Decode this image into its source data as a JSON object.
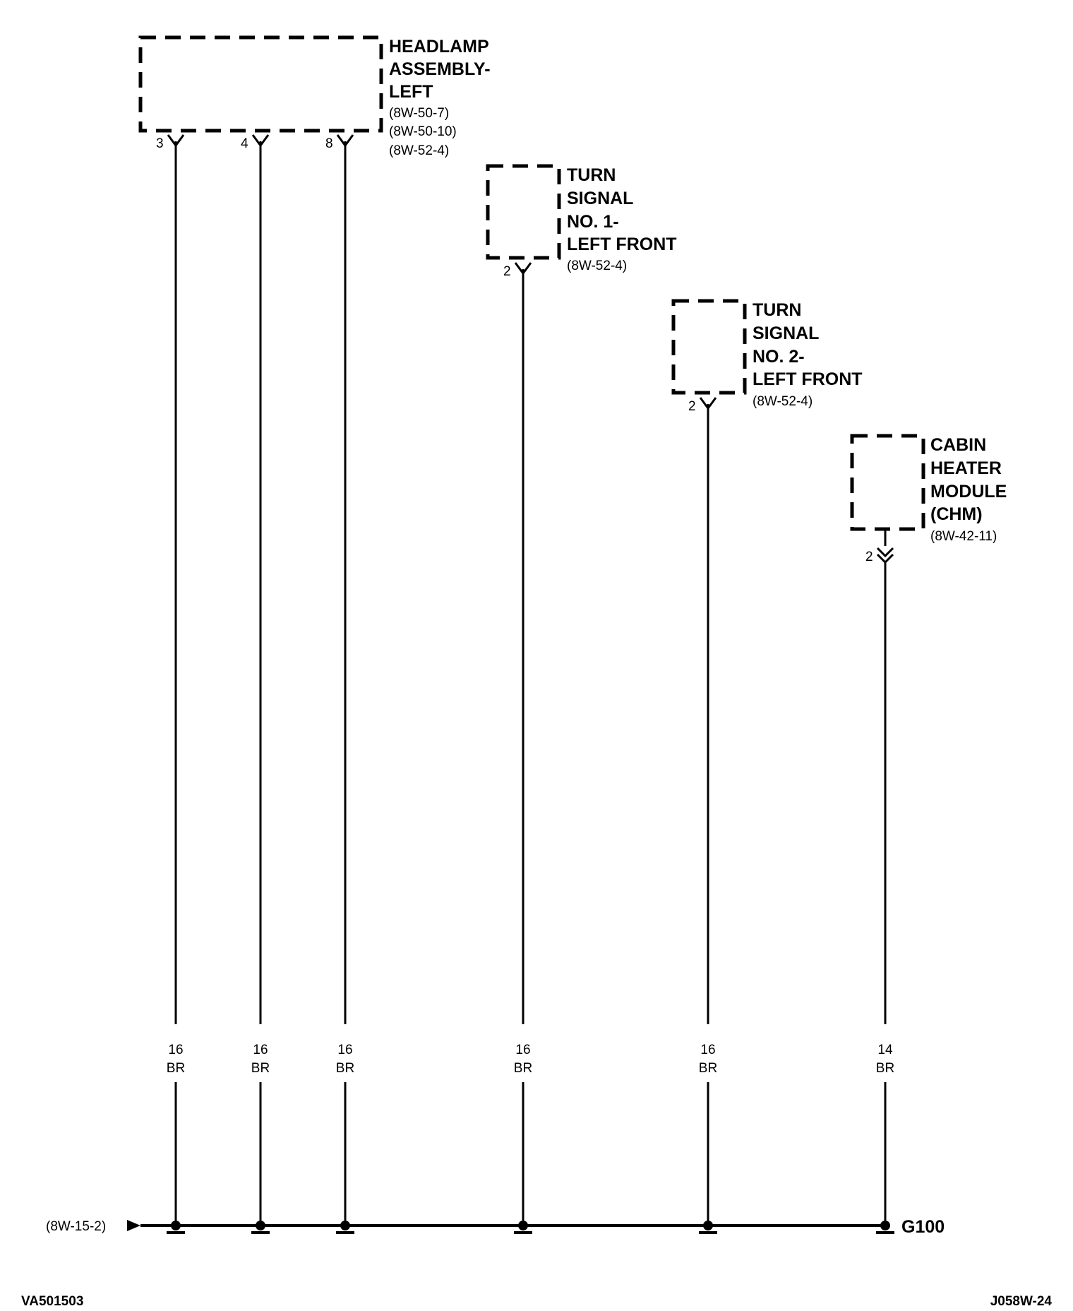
{
  "components": [
    {
      "id": "headlamp",
      "title_lines": [
        "HEADLAMP",
        "ASSEMBLY-",
        "LEFT"
      ],
      "refs": [
        "(8W-50-7)",
        "(8W-50-10)",
        "(8W-52-4)"
      ]
    },
    {
      "id": "turn1",
      "title_lines": [
        "TURN",
        "SIGNAL",
        "NO. 1-",
        "LEFT FRONT"
      ],
      "refs": [
        "(8W-52-4)"
      ]
    },
    {
      "id": "turn2",
      "title_lines": [
        "TURN",
        "SIGNAL",
        "NO. 2-",
        "LEFT FRONT"
      ],
      "refs": [
        "(8W-52-4)"
      ]
    },
    {
      "id": "chm",
      "title_lines": [
        "CABIN",
        "HEATER",
        "MODULE",
        "(CHM)"
      ],
      "refs": [
        "(8W-42-11)"
      ]
    }
  ],
  "wires": [
    {
      "pin": "3",
      "gauge": "16",
      "color": "BR"
    },
    {
      "pin": "4",
      "gauge": "16",
      "color": "BR"
    },
    {
      "pin": "8",
      "gauge": "16",
      "color": "BR"
    },
    {
      "pin": "2",
      "gauge": "16",
      "color": "BR"
    },
    {
      "pin": "2",
      "gauge": "16",
      "color": "BR"
    },
    {
      "pin": "2",
      "gauge": "14",
      "color": "BR"
    }
  ],
  "ground": {
    "label": "G100",
    "incoming_ref": "(8W-15-2)"
  },
  "footer": {
    "left_code": "VA501503",
    "right_code": "J058W-24"
  }
}
